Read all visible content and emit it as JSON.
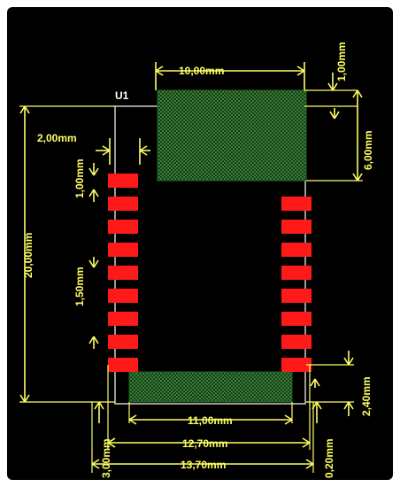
{
  "designator": "U1",
  "colors": {
    "background": "#000000",
    "dimension": "#ffff66",
    "pad": "#ff1a1a",
    "keepout": "#2d6b2d",
    "outline": "#ffffff"
  },
  "dimensions": {
    "top_keepout_width": "10,00mm",
    "top_offset": "1,00mm",
    "top_keepout_height": "6,00mm",
    "pad_edge_offset": "2,00mm",
    "pad_height": "1,00mm",
    "pad_pitch": "1,50mm",
    "body_height": "20,00mm",
    "bottom_pad_offset": "2,40mm",
    "bottom_keepout_width": "11,00mm",
    "pad_span": "12,70mm",
    "body_width": "13,70mm",
    "bottom_margin_left": "3,00mm",
    "bottom_margin_right": "0,20mm"
  },
  "pads": {
    "left_count": 9,
    "right_count": 8
  }
}
